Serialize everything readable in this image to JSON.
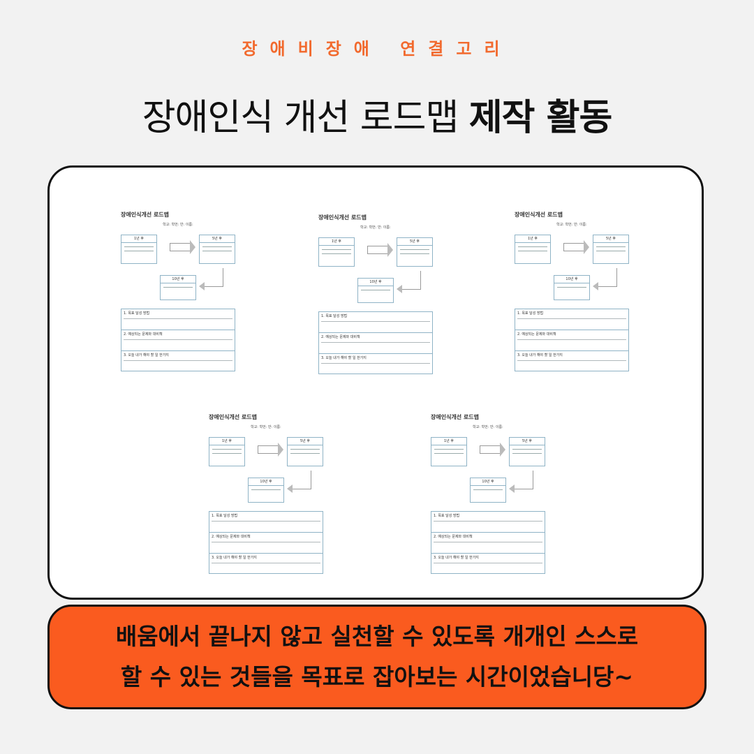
{
  "header": {
    "eyebrow": "장애비장애 연결고리",
    "title_light": "장애인식 개선 로드맵",
    "title_bold": "제작 활동"
  },
  "worksheet": {
    "title": "장애인식개선 로드맵",
    "meta": "학교: 학번: 반: 이름:",
    "box_1": "1년 후",
    "box_5": "5년 후",
    "box_10": "10년 후",
    "row_1": "1. 목표 달성 방법",
    "row_2": "2. 예상되는 문제와 대비책",
    "row_3": "3. 오늘 내가 해야 할 일 한가지"
  },
  "banner": {
    "line_1": "배움에서 끝나지 않고 실천할 수 있도록 개개인 스스로",
    "line_2": "할 수 있는 것들을 목표로 잡아보는 시간이었습니당~"
  }
}
